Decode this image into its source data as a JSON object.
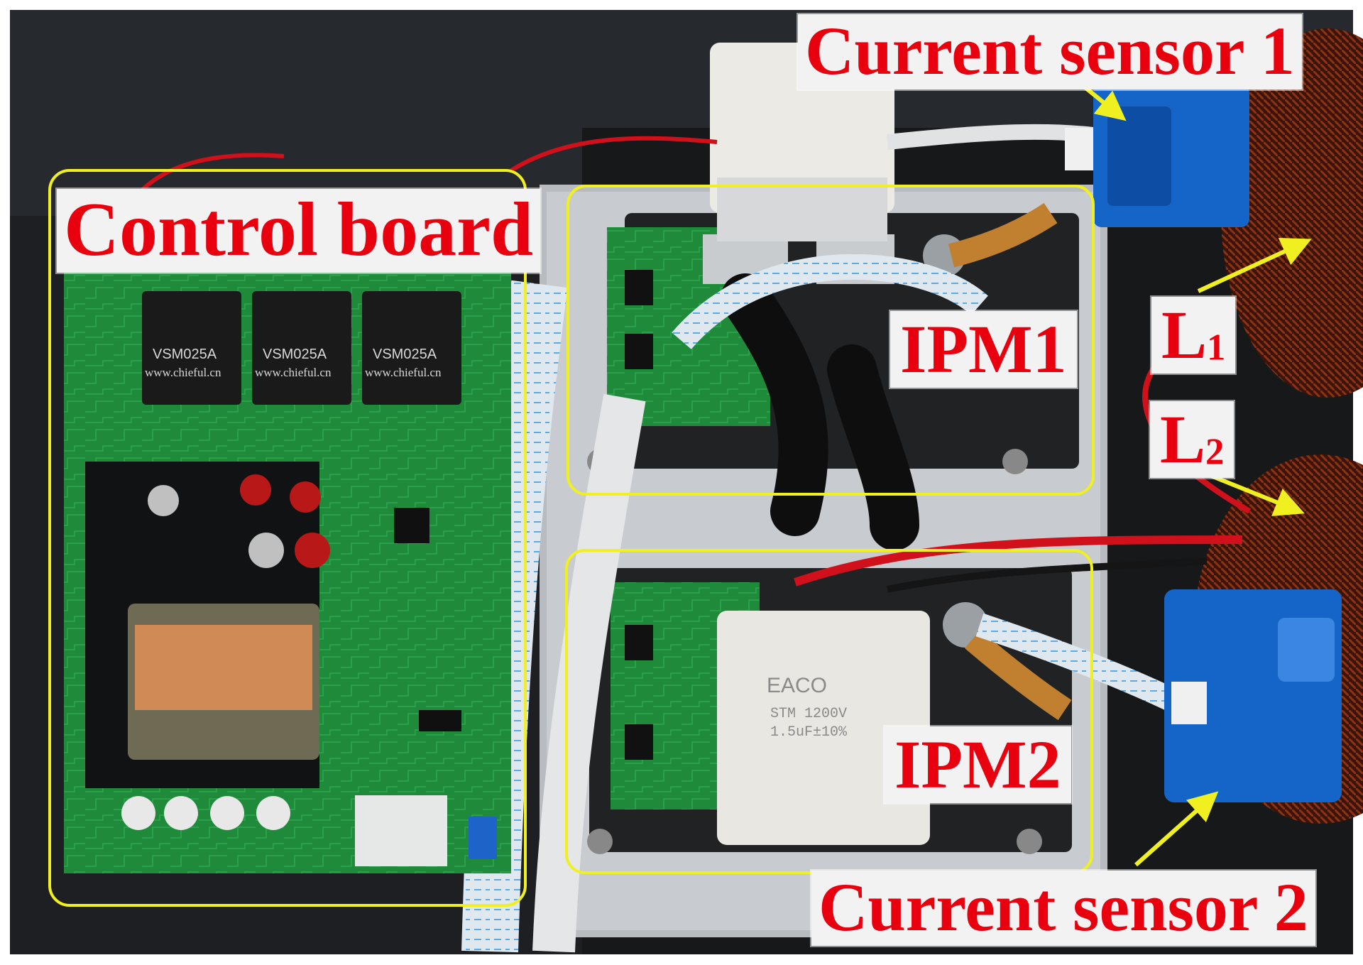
{
  "labels": {
    "control_board": "Control board",
    "current_sensor_1": "Current sensor 1",
    "current_sensor_2": "Current sensor 2",
    "ipm1": "IPM1",
    "ipm2": "IPM2",
    "l1_main": "L",
    "l1_sub": "1",
    "l2_main": "L",
    "l2_sub": "2"
  },
  "components": {
    "vsm_module_text": "VSM025A",
    "vsm_module_url": "www.chieful.cn",
    "capacitor_brand": "EACO",
    "capacitor_spec_1": "STM 1200V",
    "capacitor_spec_2": "1.5uF±10%"
  },
  "colors": {
    "label_text": "#e8000f",
    "label_background": "#f2f2f2",
    "highlight_box": "#f0f020",
    "arrow": "#f0f020",
    "sensor_blue": "#1565c8",
    "pcb_green": "#1f8a3a"
  }
}
